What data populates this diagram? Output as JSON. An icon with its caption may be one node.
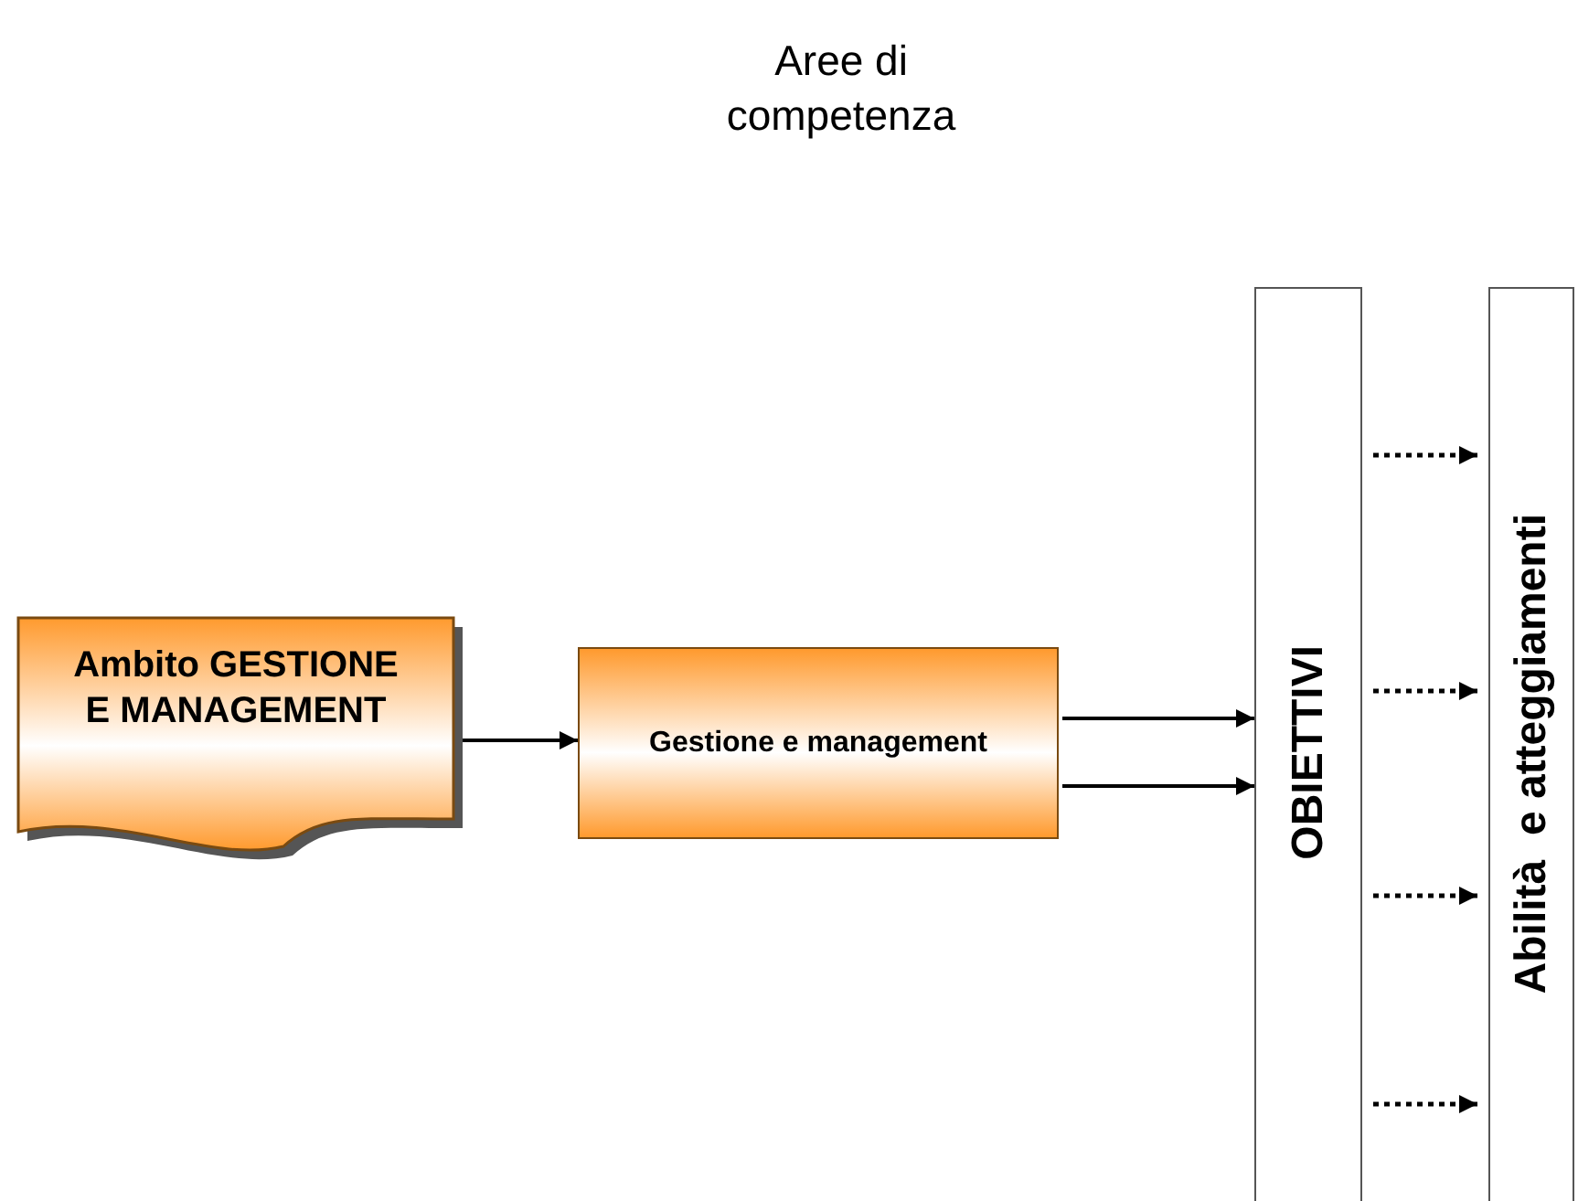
{
  "diagram": {
    "title": "Aree di competenza",
    "nodes": [
      {
        "text": [
          "Ambito GESTIONE E MANAGEMENT"
        ]
      },
      {
        "text": [
          "Gestione e management"
        ]
      },
      {
        "text": [
          "OBIETTIVI"
        ]
      },
      {
        "text": [
          "Abilità  e atteggiamenti"
        ]
      }
    ],
    "edges": [
      {
        "from": 0,
        "to": 1,
        "arrow": "to"
      },
      {
        "from": 1,
        "to": 2,
        "arrow": "to"
      },
      {
        "from": 1,
        "to": 2,
        "arrow": "to"
      },
      {
        "from": 2,
        "to": 3,
        "arrow": "to",
        "style": "dashed"
      },
      {
        "from": 2,
        "to": 3,
        "arrow": "to",
        "style": "dashed"
      },
      {
        "from": 2,
        "to": 3,
        "arrow": "to",
        "style": "dashed"
      },
      {
        "from": 2,
        "to": 3,
        "arrow": "to",
        "style": "dashed"
      }
    ]
  }
}
